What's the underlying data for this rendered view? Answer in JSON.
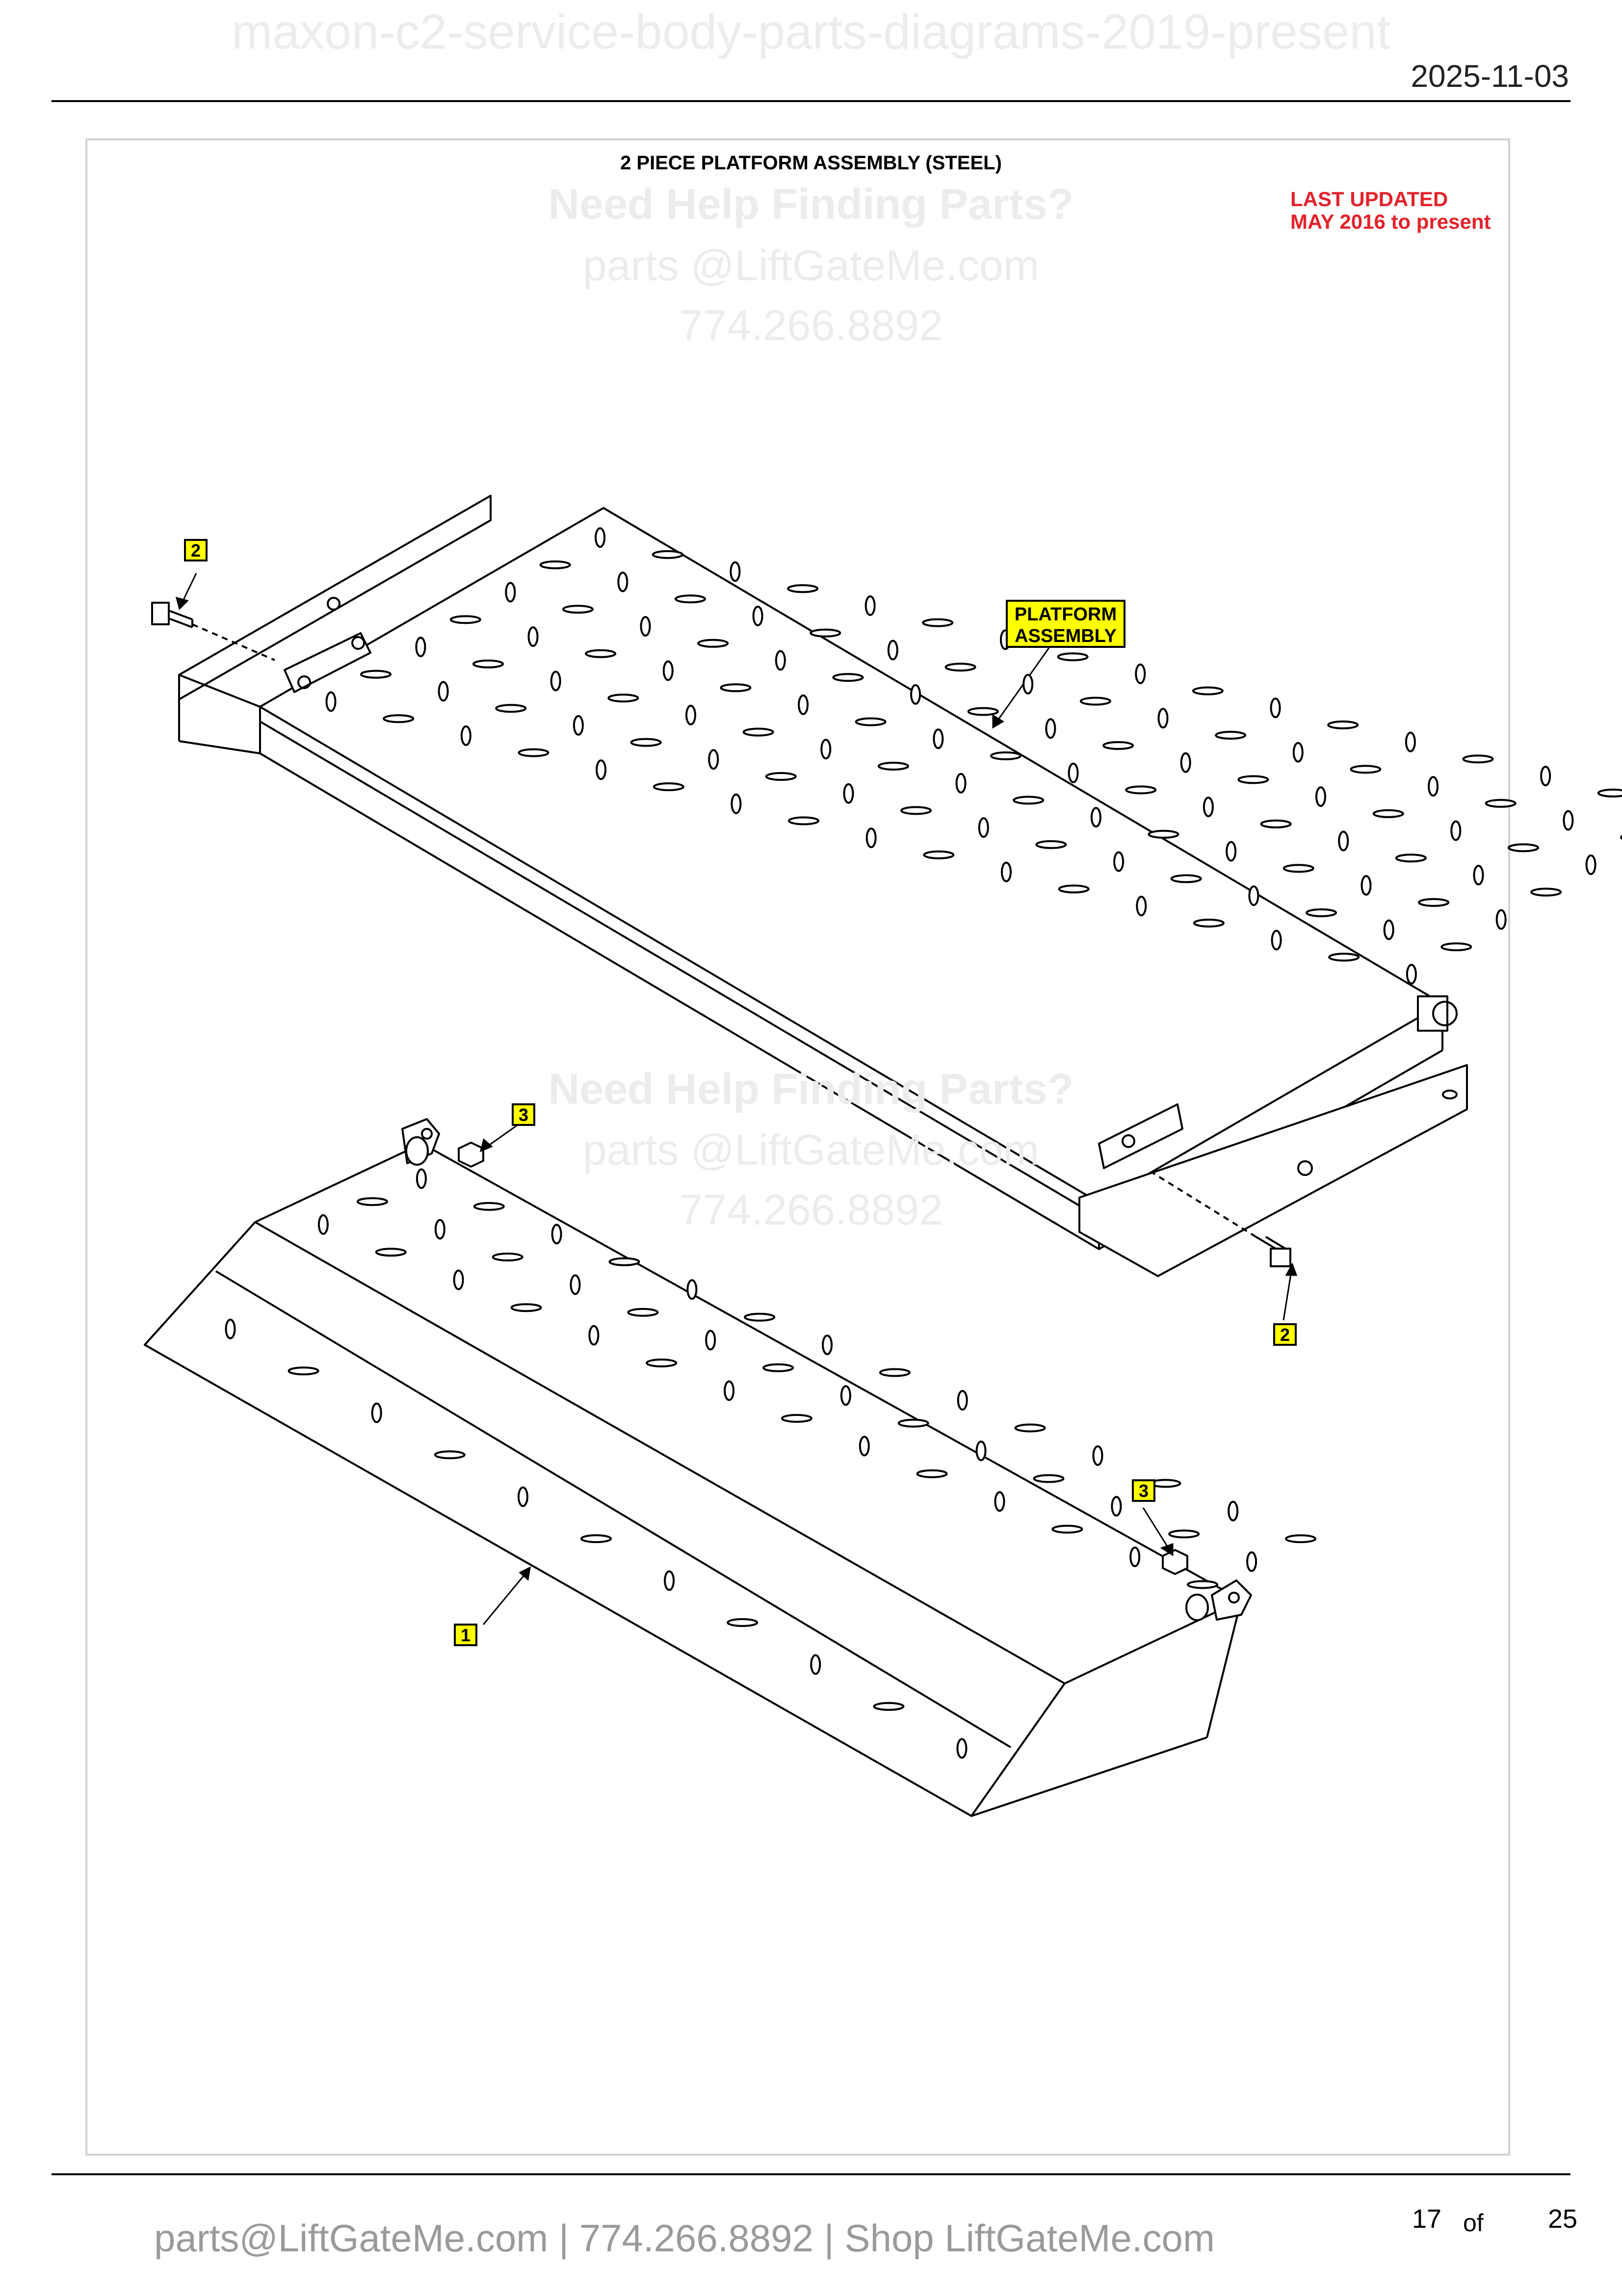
{
  "header": {
    "watermark_title": "maxon-c2-service-body-parts-diagrams-2019-present",
    "date": "2025-11-03"
  },
  "diagram": {
    "title": "2 PIECE PLATFORM ASSEMBLY (STEEL)",
    "last_updated_line1": "LAST UPDATED",
    "last_updated_line2": "MAY 2016 to present",
    "watermark": {
      "help": "Need Help Finding Parts?",
      "email": "parts @LiftGateMe.com",
      "phone": "774.266.8892"
    },
    "callouts": {
      "platform_line1": "PLATFORM",
      "platform_line2": "ASSEMBLY",
      "part_1": "1",
      "part_2": "2",
      "part_3": "3"
    }
  },
  "footer": {
    "contact": "parts@LiftGateMe.com | 774.266.8892 | Shop LiftGateMe.com",
    "page_current": "17",
    "page_of": "of",
    "page_total": "25"
  },
  "colors": {
    "callout_fill": "#ffff00",
    "updated_text": "#e3222a",
    "watermark": "#ececec"
  }
}
